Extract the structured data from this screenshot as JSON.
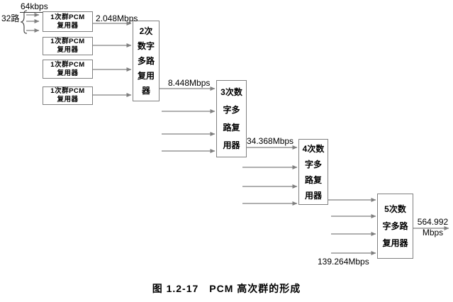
{
  "diagram": {
    "title_caption": "图 1.2-17　PCM 高次群的形成",
    "input_rate_label": "64kbps",
    "channels_label": "32路",
    "pcm_box": {
      "line1": "1次群PCM",
      "line2": "复用器"
    },
    "mux2": {
      "name": "2次数字多路复用器",
      "lines": [
        "2次",
        "数字",
        "多路",
        "复用",
        "器"
      ]
    },
    "mux3": {
      "name": "3次数字多路复用器",
      "lines": [
        "3次数",
        "字多",
        "路复",
        "用器"
      ]
    },
    "mux4": {
      "name": "4次数字多路复用器",
      "lines": [
        "4次数",
        "字多",
        "路复",
        "用器"
      ]
    },
    "mux5": {
      "name": "5次数字多路复用器",
      "lines": [
        "5次数",
        "字多路",
        "复用器"
      ]
    },
    "rates": {
      "primary_out": "2.048Mbps",
      "second_out": "8.448Mbps",
      "third_out": "34.368Mbps",
      "fourth_out": "139.264Mbps",
      "fifth_out_line1": "564.992",
      "fifth_out_line2": "Mbps"
    },
    "colors": {
      "line": "#808080",
      "text": "#000000",
      "background": "#ffffff"
    }
  }
}
